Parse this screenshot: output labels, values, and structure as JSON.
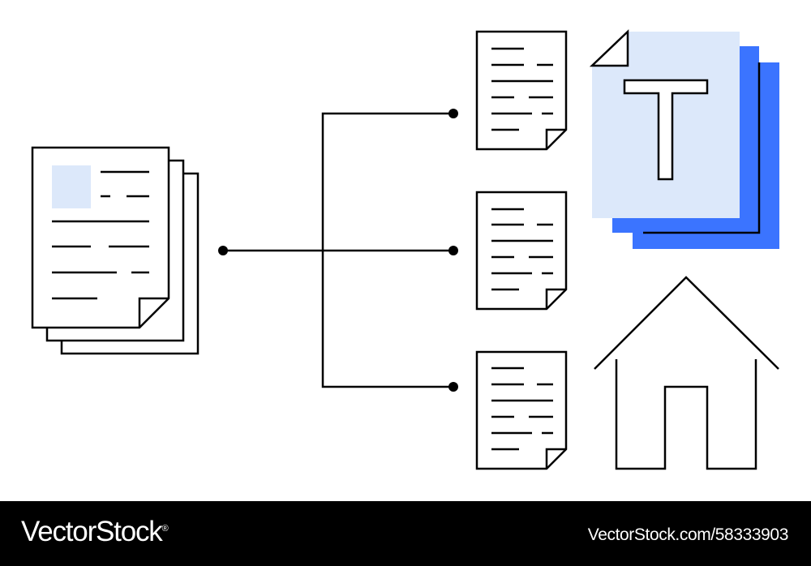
{
  "illustration": {
    "icons": {
      "source": "document-stack-icon",
      "outputs": [
        "text-document-icon",
        "text-document-icon",
        "text-document-icon"
      ],
      "format": "text-format-icon",
      "home": "house-icon"
    },
    "glyph": "T",
    "colors": {
      "stroke": "#000000",
      "accent_blue": "#3b74ff",
      "light_blue": "#dce8fa",
      "background": "#ffffff"
    }
  },
  "footer": {
    "brand": "VectorStock",
    "registered_mark": "®",
    "credit": "VectorStock.com/58333903",
    "background": "#000000",
    "text_color": "#ffffff"
  }
}
